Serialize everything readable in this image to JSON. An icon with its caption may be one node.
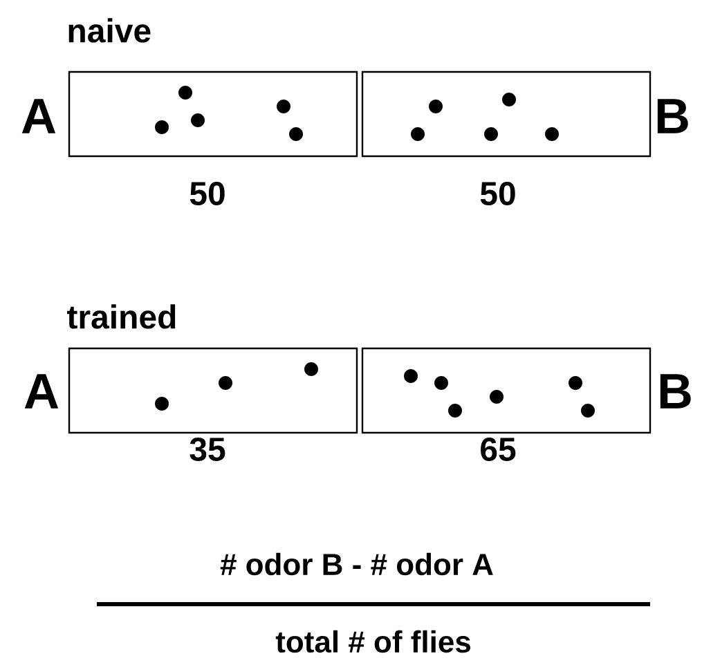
{
  "diagram": {
    "labels": [
      "naive",
      "A",
      "B",
      "50",
      "50",
      "trained",
      "A",
      "B",
      "35",
      "65",
      "# odor B -  # odor A",
      "total # of flies"
    ]
  }
}
